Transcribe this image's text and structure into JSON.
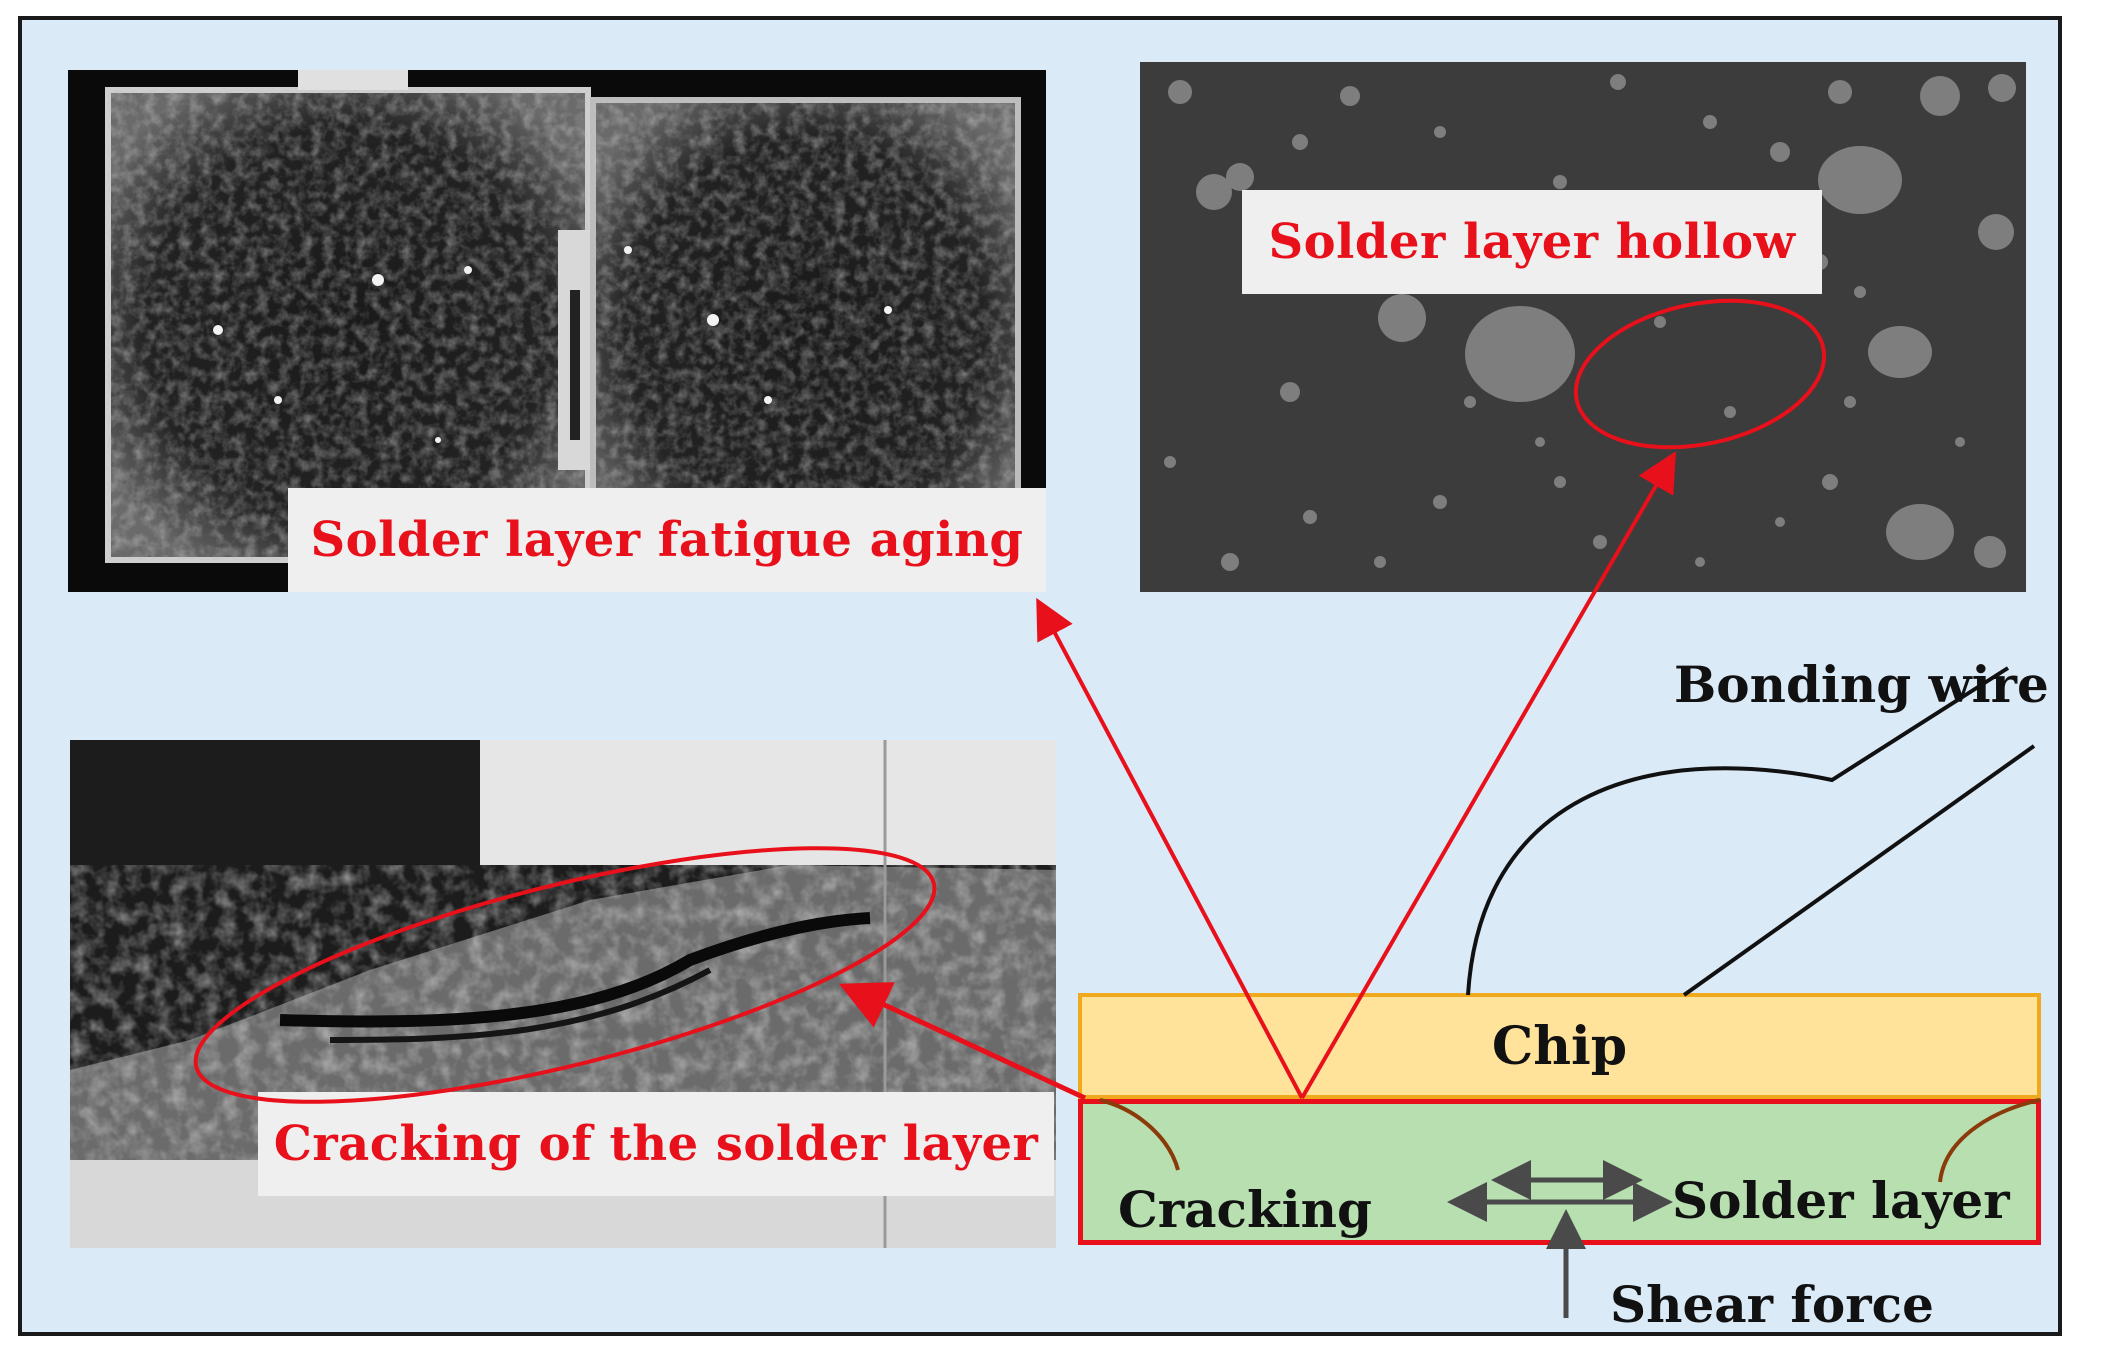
{
  "captions": {
    "fatigue": "Solder layer fatigue aging",
    "hollow": "Solder layer hollow",
    "cracking_layer": "Cracking of the solder layer"
  },
  "diagram": {
    "chip": "Chip",
    "bonding_wire": "Bonding wire",
    "cracking": "Cracking",
    "solder_layer": "Solder layer",
    "shear_force": "Shear force"
  },
  "colors": {
    "background": "#dbeaf7",
    "caption_text": "#e8101a",
    "chip_fill": "#ffe39a",
    "chip_border": "#f0a81c",
    "solder_fill": "#b7dfb0",
    "solder_border": "#e8101a",
    "arrow": "#e8101a"
  }
}
